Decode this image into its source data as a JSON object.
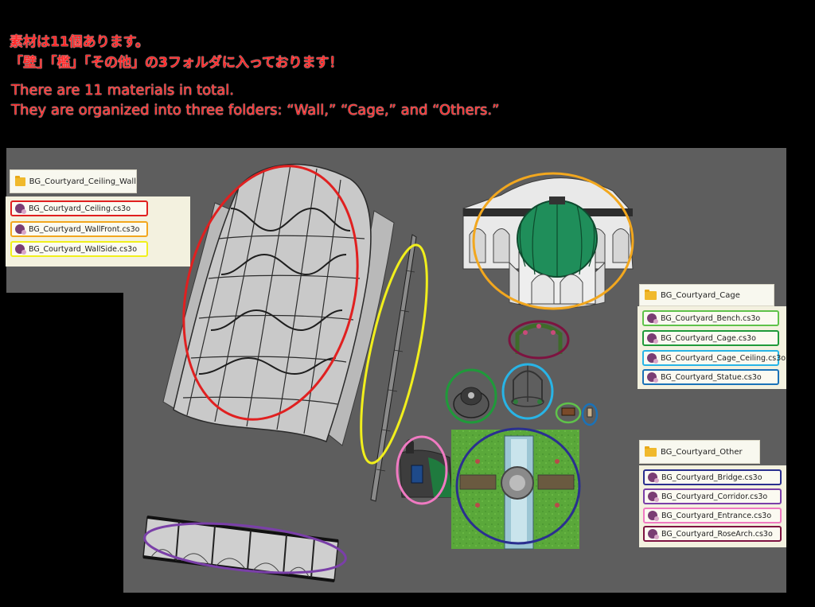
{
  "header": {
    "jp_line1": "素材は11個あります。",
    "jp_line2": "「壁」「檻」「その他」の3フォルダに入っております！",
    "en_line1": "There are 11 materials in total.",
    "en_line2": "They are organized into three folders: “Wall,” “Cage,” and “Others.”"
  },
  "folders": {
    "wall": {
      "name": "BG_Courtyard_Ceiling_Wall",
      "files": [
        {
          "name": "BG_Courtyard_Ceiling.cs3o",
          "color": "#e02020"
        },
        {
          "name": "BG_Courtyard_WallFront.cs3o",
          "color": "#f2a71e"
        },
        {
          "name": "BG_Courtyard_WallSide.cs3o",
          "color": "#f1ef1c"
        }
      ]
    },
    "cage": {
      "name": "BG_Courtyard_Cage",
      "files": [
        {
          "name": "BG_Courtyard_Bench.cs3o",
          "color": "#5fc24a"
        },
        {
          "name": "BG_Courtyard_Cage.cs3o",
          "color": "#1f9a3a"
        },
        {
          "name": "BG_Courtyard_Cage_Ceiling.cs3o",
          "color": "#28b4e6"
        },
        {
          "name": "BG_Courtyard_Statue.cs3o",
          "color": "#1a72b8"
        }
      ]
    },
    "other": {
      "name": "BG_Courtyard_Other",
      "files": [
        {
          "name": "BG_Courtyard_Bridge.cs3o",
          "color": "#2a2f8f"
        },
        {
          "name": "BG_Courtyard_Corridor.cs3o",
          "color": "#7a3fa8"
        },
        {
          "name": "BG_Courtyard_Entrance.cs3o",
          "color": "#f07ac2"
        },
        {
          "name": "BG_Courtyard_RoseArch.cs3o",
          "color": "#7d1340"
        }
      ]
    }
  },
  "colors": {
    "viewport_bg": "#5e5e5e",
    "header_text": "#ff2a2a"
  }
}
